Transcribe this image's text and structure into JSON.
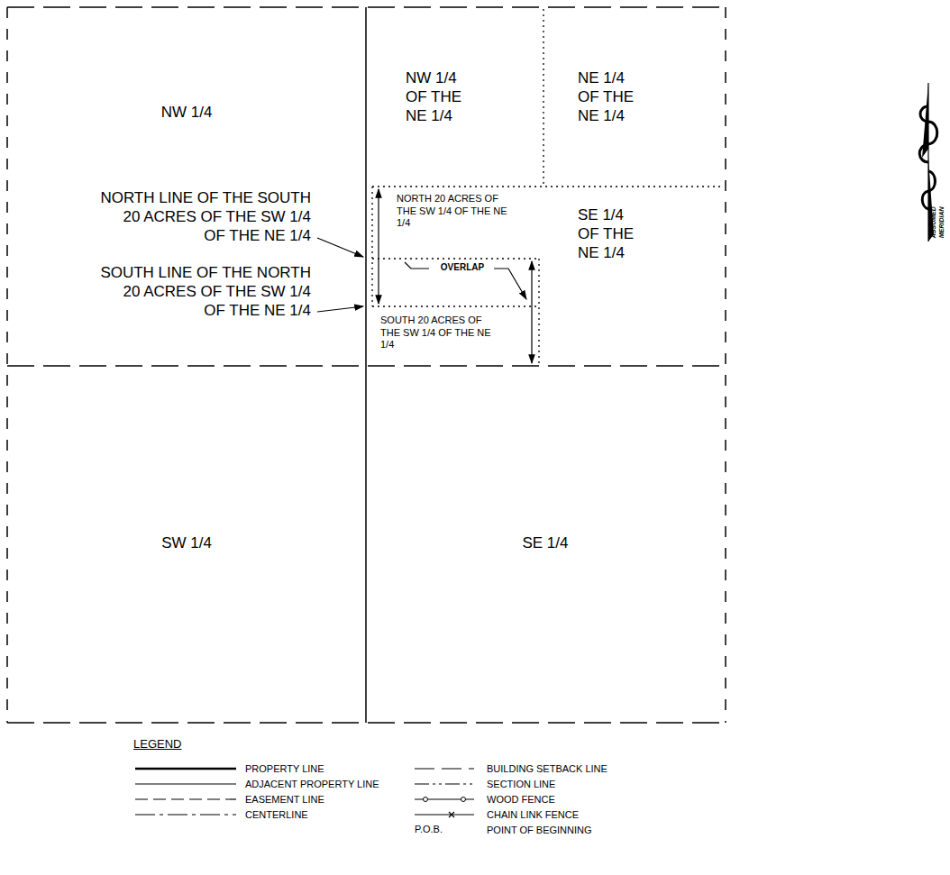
{
  "diagram": {
    "nodes": [
      {
        "text": [
          "NW 1/4"
        ]
      },
      {
        "text": [
          "NW 1/4 OF THE NE 1/4"
        ]
      },
      {
        "text": [
          "NE 1/4 OF THE NE 1/4"
        ]
      },
      {
        "text": [
          "SE 1/4 OF THE NE 1/4"
        ]
      },
      {
        "text": [
          "NORTH 20 ACRES OF THE SW 1/4 OF THE NE 1/4"
        ]
      },
      {
        "text": [
          "SOUTH 20 ACRES OF THE SW 1/4 OF THE NE 1/4"
        ]
      },
      {
        "text": [
          "SW 1/4"
        ]
      },
      {
        "text": [
          "SE 1/4"
        ]
      }
    ],
    "labels": [
      "NORTH LINE OF THE SOUTH 20 ACRES OF THE SW 1/4 OF THE NE 1/4",
      "SOUTH LINE OF THE NORTH 20 ACRES OF THE SW 1/4 OF THE NE 1/4",
      "OVERLAP",
      "ASSUMED MERIDIAN",
      "LEGEND",
      "P.O.B."
    ],
    "legend": [
      {
        "text": "PROPERTY LINE"
      },
      {
        "text": "ADJACENT PROPERTY LINE"
      },
      {
        "text": "EASEMENT LINE"
      },
      {
        "text": "CENTERLINE"
      },
      {
        "text": "BUILDING SETBACK LINE"
      },
      {
        "text": "SECTION LINE"
      },
      {
        "text": "WOOD FENCE"
      },
      {
        "text": "CHAIN LINK FENCE"
      },
      {
        "text": "POINT OF BEGINNING"
      }
    ]
  }
}
